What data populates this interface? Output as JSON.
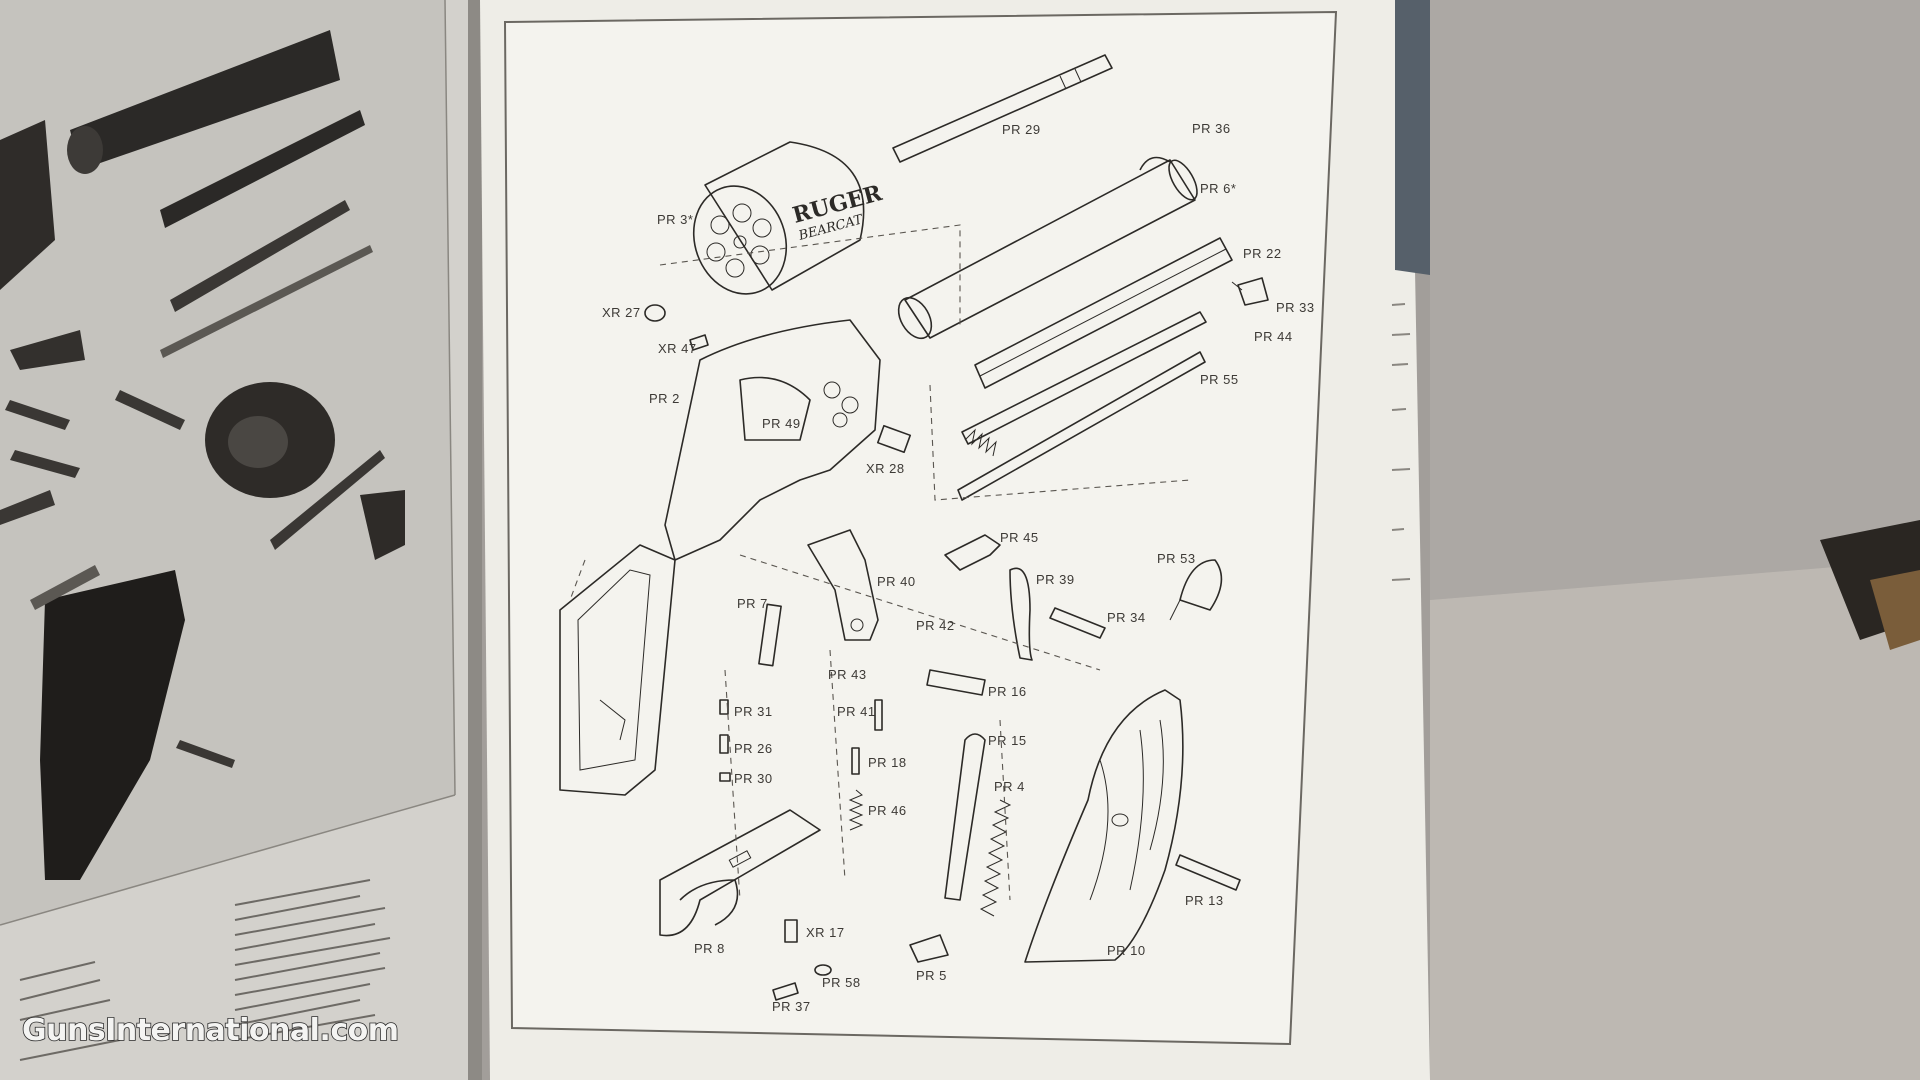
{
  "diagram": {
    "parts": [
      {
        "id": "pr29",
        "label": "PR 29"
      },
      {
        "id": "pr36",
        "label": "PR 36"
      },
      {
        "id": "pr6",
        "label": "PR 6*"
      },
      {
        "id": "pr3",
        "label": "PR 3*"
      },
      {
        "id": "pr22",
        "label": "PR 22"
      },
      {
        "id": "pr33",
        "label": "PR 33"
      },
      {
        "id": "pr44",
        "label": "PR 44"
      },
      {
        "id": "xr27",
        "label": "XR 27"
      },
      {
        "id": "xr47",
        "label": "XR 47"
      },
      {
        "id": "pr55",
        "label": "PR 55"
      },
      {
        "id": "pr2",
        "label": "PR 2"
      },
      {
        "id": "pr49",
        "label": "PR 49"
      },
      {
        "id": "xr28",
        "label": "XR 28"
      },
      {
        "id": "pr45",
        "label": "PR 45"
      },
      {
        "id": "pr40",
        "label": "PR 40"
      },
      {
        "id": "pr39",
        "label": "PR 39"
      },
      {
        "id": "pr53",
        "label": "PR 53"
      },
      {
        "id": "pr7",
        "label": "PR 7"
      },
      {
        "id": "pr42",
        "label": "PR 42"
      },
      {
        "id": "pr34",
        "label": "PR 34"
      },
      {
        "id": "pr43",
        "label": "PR 43"
      },
      {
        "id": "pr16",
        "label": "PR 16"
      },
      {
        "id": "pr31",
        "label": "PR 31"
      },
      {
        "id": "pr41",
        "label": "PR 41"
      },
      {
        "id": "pr26",
        "label": "PR 26"
      },
      {
        "id": "pr15",
        "label": "PR 15"
      },
      {
        "id": "pr18",
        "label": "PR 18"
      },
      {
        "id": "pr30",
        "label": "PR 30"
      },
      {
        "id": "pr4",
        "label": "PR 4"
      },
      {
        "id": "pr46",
        "label": "PR 46"
      },
      {
        "id": "pr13",
        "label": "PR 13"
      },
      {
        "id": "xr17",
        "label": "XR 17"
      },
      {
        "id": "pr10",
        "label": "PR 10"
      },
      {
        "id": "pr8",
        "label": "PR 8"
      },
      {
        "id": "pr5",
        "label": "PR 5"
      },
      {
        "id": "pr58",
        "label": "PR 58"
      },
      {
        "id": "pr37",
        "label": "PR 37"
      }
    ],
    "cylinder_brand": "RUGER",
    "cylinder_model": "BEARCAT"
  },
  "watermark": "GunsInternational.com",
  "colors": {
    "page": "#efeee8",
    "left_page": "#d8d6d1",
    "background": "#9c9895",
    "ink": "#2c2a27"
  }
}
